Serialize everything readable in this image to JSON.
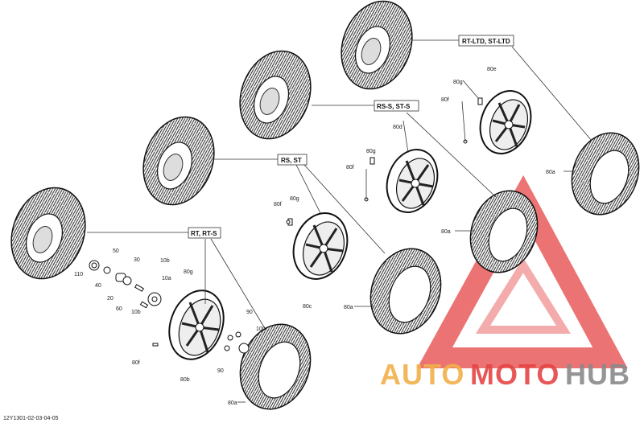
{
  "diagram_code": "12Y1301-02-03-04-05",
  "callouts": {
    "rt_ltd": "RT-LTD, ST-LTD",
    "rs_s": "RS-S, ST-S",
    "rs": "RS, ST",
    "rt": "RT, RT-S"
  },
  "parts": {
    "p80a_1": "80a",
    "p80a_2": "80a",
    "p80a_3": "80a",
    "p80a_4": "80a",
    "p80e": "80e",
    "p80g_1": "80g",
    "p80f_1": "80f",
    "p80d": "80d",
    "p80g_2": "80g",
    "p80f_2": "80f",
    "p80g_3": "80g",
    "p80f_3": "80f",
    "p80c": "80c",
    "p80g_4": "80g",
    "p80b": "80b",
    "p80f_4": "80f",
    "p50": "50",
    "p30": "30",
    "p10b_1": "10b",
    "p110": "110",
    "p40": "40",
    "p20": "20",
    "p10a": "10a",
    "p60": "60",
    "p10b_2": "10b",
    "p90_1": "90",
    "p100": "100",
    "p90_2": "90"
  },
  "watermark": {
    "auto": "AUTO",
    "moto": "MOTO",
    "hub": "HUB",
    "color_orange": "#f2b04a",
    "color_red": "#e64545",
    "color_gray": "#8a8a8a"
  }
}
